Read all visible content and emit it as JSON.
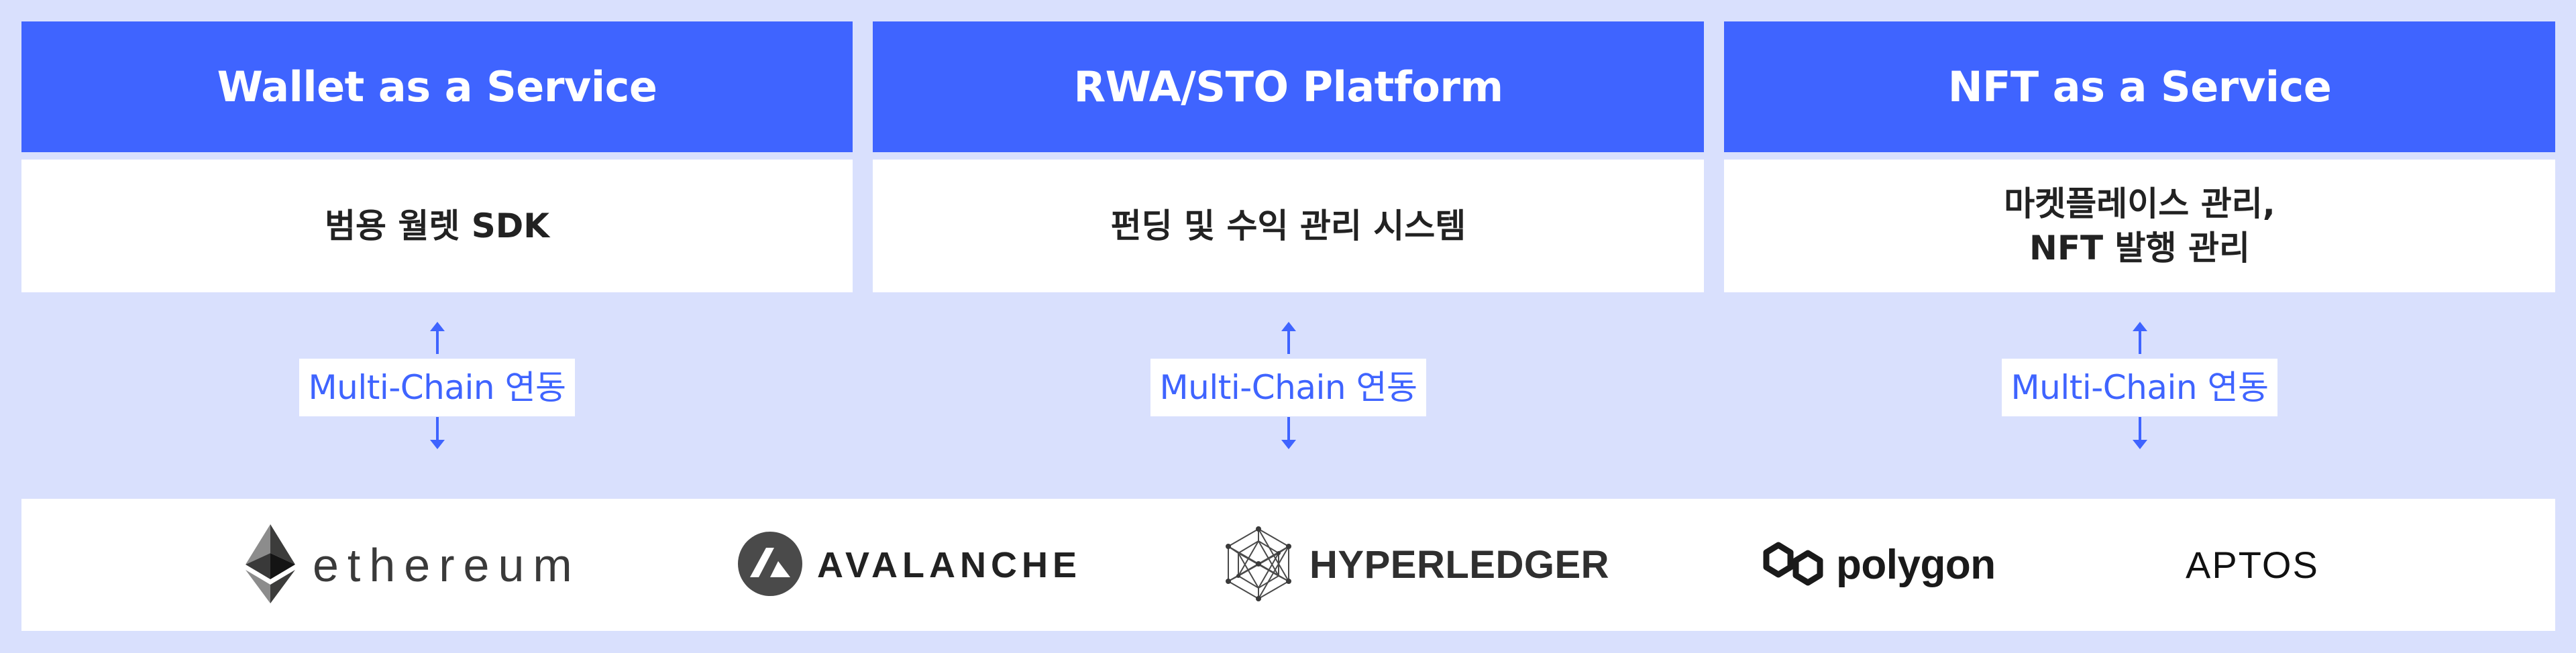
{
  "columns": [
    {
      "title": "Wallet as a Service",
      "description": "범용 월렛 SDK",
      "link_label": "Multi-Chain 연동"
    },
    {
      "title": "RWA/STO Platform",
      "description": "펀딩 및 수익 관리 시스템",
      "link_label": "Multi-Chain 연동"
    },
    {
      "title": "NFT as a Service",
      "description": "마켓플레이스 관리,\nNFT 발행 관리",
      "link_label": "Multi-Chain 연동"
    }
  ],
  "chains": [
    {
      "name": "ethereum",
      "icon": "ethereum-icon"
    },
    {
      "name": "AVALANCHE",
      "icon": "avalanche-icon"
    },
    {
      "name": "HYPERLEDGER",
      "icon": "hyperledger-icon"
    },
    {
      "name": "polygon",
      "icon": "polygon-icon"
    },
    {
      "name": "APTOS",
      "icon": "aptos-wordmark"
    }
  ],
  "colors": {
    "accent": "#3f64ff",
    "background": "#d9e0fd",
    "card": "#ffffff",
    "avalanche": "#4a4a4a"
  }
}
